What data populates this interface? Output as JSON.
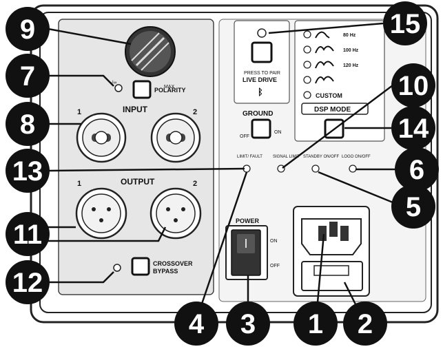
{
  "panel": {
    "knob_max_label": "MAX",
    "knob_min_label": "-/∞",
    "polarity_label": "POLARITY",
    "input_label": "INPUT",
    "input_1": "1",
    "input_2": "2",
    "output_label": "OUTPUT",
    "output_1": "1",
    "output_2": "2",
    "ground_label": "GROUND",
    "ground_off": "OFF",
    "ground_on": "ON",
    "press_to_pair": "PRESS TO PAIR",
    "live_drive": "LIVE DRIVE",
    "bluetooth_icon": "bluetooth-icon",
    "dsp_items": [
      "80 Hz",
      "100 Hz",
      "120 Hz",
      "",
      "CUSTOM"
    ],
    "dsp_mode_label": "DSP MODE",
    "leds": {
      "limit": "LIMIT/ FAULT",
      "signal": "SIGNAL LIMIT",
      "standby": "STANDBY ON/OFF",
      "logo": "LOGO ON/OFF"
    },
    "power_label": "POWER",
    "power_on": "ON",
    "power_off": "OFF",
    "crossover_label_1": "CROSSOVER",
    "crossover_label_2": "BYPASS"
  },
  "callouts": {
    "c1": "1",
    "c2": "2",
    "c3": "3",
    "c4": "4",
    "c5": "5",
    "c6": "6",
    "c7": "7",
    "c8": "8",
    "c9": "9",
    "c10": "10",
    "c11": "11",
    "c12": "12",
    "c13": "13",
    "c14": "14",
    "c15": "15"
  }
}
